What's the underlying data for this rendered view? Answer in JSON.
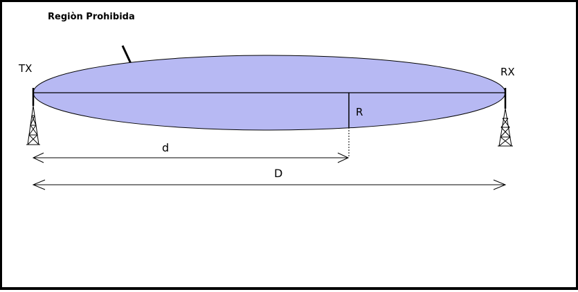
{
  "diagram": {
    "title": "Regiòn Prohibida",
    "transmitter_label": "TX",
    "receiver_label": "RX",
    "radius_label": "R",
    "partial_distance_label": "d",
    "total_distance_label": "D",
    "ellipse_fill": "#b7b9f3",
    "line_color": "#000000"
  }
}
